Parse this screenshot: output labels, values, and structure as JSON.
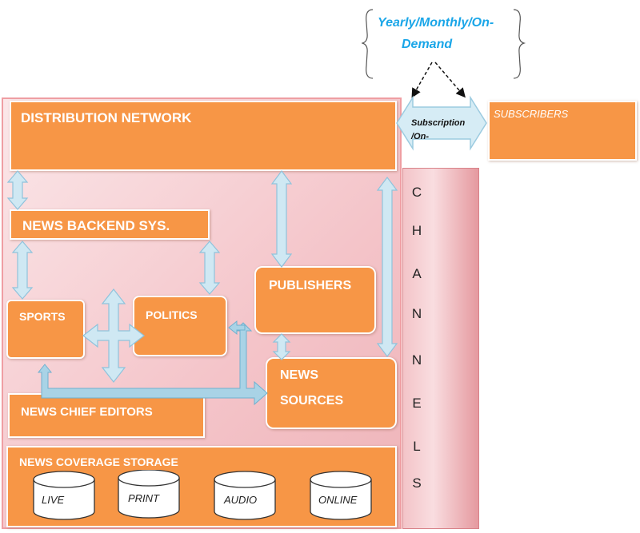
{
  "frequency_note": {
    "line1": "Yearly/Monthly/On-",
    "line2": "Demand"
  },
  "distribution": {
    "label": "DISTRIBUTION NETWORK"
  },
  "subscription": {
    "line1": "Subscription",
    "line2": "/On-"
  },
  "subscribers": {
    "label": "SUBSCRIBERS"
  },
  "channels": {
    "letters": [
      "C",
      "H",
      "A",
      "N",
      "N",
      "E",
      "L",
      "S"
    ]
  },
  "backend": {
    "label": "NEWS BACKEND SYS."
  },
  "sports": {
    "label": "SPORTS"
  },
  "politics": {
    "label": "POLITICS"
  },
  "publishers": {
    "label": "PUBLISHERS"
  },
  "sources": {
    "line1": "NEWS",
    "line2": "SOURCES"
  },
  "chief_editors": {
    "label": "NEWS CHIEF EDITORS"
  },
  "storage": {
    "label": "NEWS COVERAGE STORAGE",
    "disks": [
      "LIVE",
      "PRINT",
      "AUDIO",
      "ONLINE"
    ]
  },
  "colors": {
    "box": "#f79646",
    "arrow_fill": "#cfe8f3",
    "arrow_stroke": "#8fc3dc",
    "panel": "#f4c4c9",
    "note_text": "#1aa6e8"
  }
}
